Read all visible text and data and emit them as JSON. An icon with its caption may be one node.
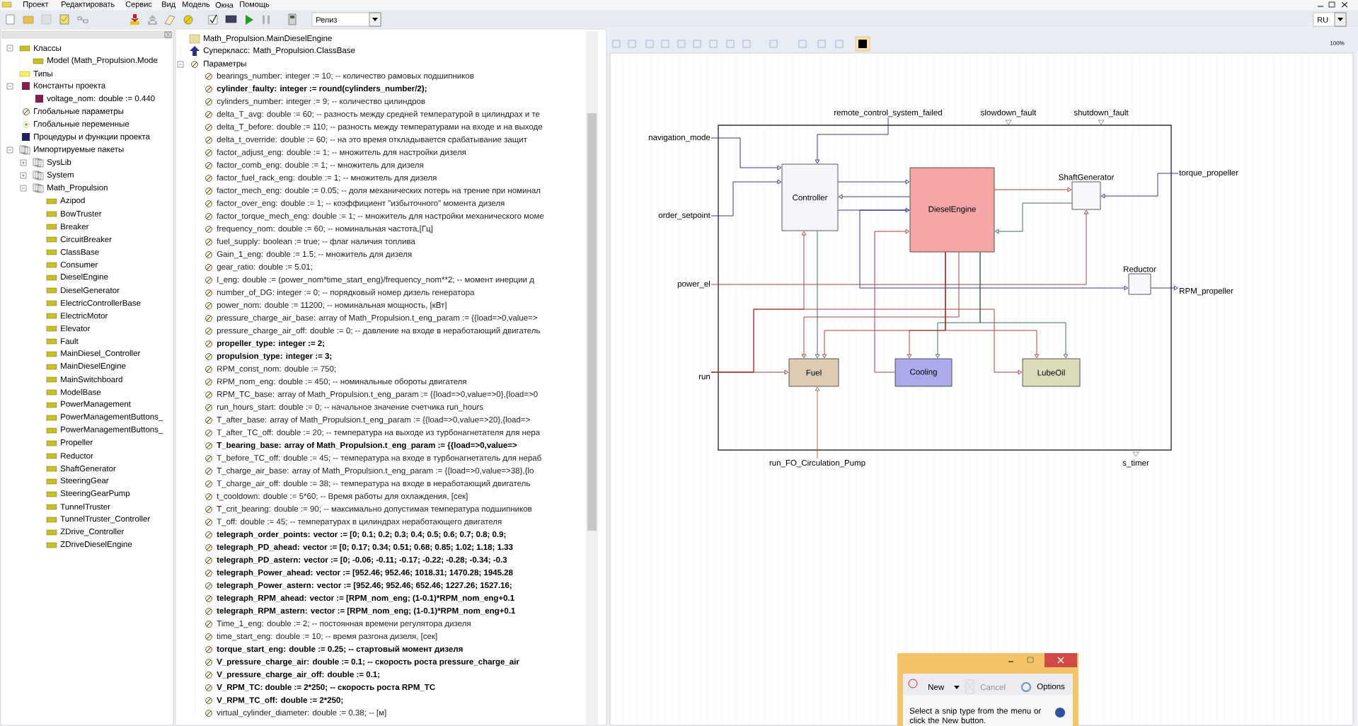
{
  "diagram": {
    "nodes": [
      {
        "text": [
          "remote_control_system_failed"
        ]
      },
      {
        "text": [
          "navigation_mode"
        ]
      },
      {
        "text": [],
        "shape": "box"
      },
      {
        "text": [
          "Controller"
        ],
        "in": 2
      },
      {
        "text": [
          "DieselEngine"
        ],
        "in": 2
      },
      {
        "text": [
          "ShaftGenerator"
        ],
        "in": 2
      },
      {
        "text": [
          "torque_propeller"
        ]
      },
      {
        "text": [
          "order_setpoint"
        ]
      },
      {
        "text": [
          "Reductor"
        ],
        "in": 2
      },
      {
        "text": [
          "power_el"
        ]
      },
      {
        "text": [
          "RPM_propeller"
        ]
      },
      {
        "text": [
          "Fuel"
        ],
        "in": 2
      },
      {
        "text": [
          "Cooling"
        ],
        "in": 2
      },
      {
        "text": [
          "LubeOil"
        ],
        "in": 2
      },
      {
        "text": [
          "run"
        ]
      },
      {
        "text": [
          "run_FO_Circulation_Pump"
        ]
      }
    ],
    "edges": [
      {
        "from": 1,
        "to": 3,
        "arrow": "to",
        "color": "#23237a"
      },
      {
        "from": 7,
        "to": 3,
        "arrow": "to",
        "color": "#23237a"
      },
      {
        "from": 0,
        "to": 3,
        "arrow": "to",
        "color": "#23237a"
      },
      {
        "from": 3,
        "to": 4,
        "arrow": "to",
        "color": "#23237a"
      },
      {
        "from": 4,
        "to": 3,
        "arrow": "to",
        "color": "#23237a"
      },
      {
        "from": 3,
        "to": 4,
        "arrow": "to",
        "color": "#23237a"
      },
      {
        "from": 4,
        "to": 5,
        "arrow": "to"
      },
      {
        "from": 5,
        "to": 4,
        "arrow": "to",
        "color": "#2e5e46"
      },
      {
        "from": 6,
        "to": 5,
        "arrow": "to",
        "color": "#23237a"
      },
      {
        "from": 9,
        "to": 5,
        "arrow": "to"
      },
      {
        "from": 4,
        "to": 8,
        "arrow": "to",
        "color": "#23237a"
      },
      {
        "from": 8,
        "to": 10,
        "arrow": "to",
        "color": "#23237a"
      },
      {
        "from": 14,
        "to": 11,
        "arrow": "to"
      },
      {
        "from": 14,
        "to": 13,
        "arrow": "to"
      },
      {
        "from": 15,
        "to": 11,
        "arrow": "to",
        "color": "#8b6b45"
      },
      {
        "from": 14,
        "to": 3,
        "arrow": "to"
      },
      {
        "from": 3,
        "to": 11,
        "arrow": "to",
        "color": "#2e5e46"
      },
      {
        "from": 4,
        "to": 12,
        "arrow": "to"
      },
      {
        "from": 4,
        "to": 13,
        "arrow": "to"
      },
      {
        "from": 4,
        "to": 11,
        "arrow": "to"
      },
      {
        "from": 4,
        "to": 11,
        "arrow": "to"
      },
      {
        "from": 4,
        "to": 12,
        "arrow": "to",
        "color": "#2e5e46"
      },
      {
        "from": 4,
        "to": 13,
        "arrow": "to",
        "color": "#2e5e46"
      },
      {
        "from": 12,
        "to": 4,
        "arrow": "to"
      }
    ],
    "labels": [
      "Проект",
      "Редактировать",
      "Сервис",
      "Вид",
      "Модель",
      "Окна",
      "Помощь",
      "Релиз",
      "RU",
      "Классы",
      "Model (Math_Propulsion.Mode",
      "Типы",
      "Константы проекта",
      "voltage_nom: double := 0.440",
      "Глобальные параметры",
      "Глобальные переменные",
      "Процедуры и функции проекта",
      "Импортируемые пакеты",
      "SysLib",
      "System",
      "Math_Propulsion",
      "Azipod",
      "BowTruster",
      "Breaker",
      "CircuitBreaker",
      "ClassBase",
      "Consumer",
      "DieselEngine",
      "DieselGenerator",
      "ElectricControllerBase",
      "ElectricMotor",
      "Elevator",
      "Fault",
      "MainDiesel_Controller",
      "MainDieselEngine",
      "MainSwitchboard",
      "ModelBase",
      "PowerManagement",
      "PowerManagementButtons_",
      "PowerManagementButtons_",
      "Propeller",
      "Reductor",
      "ShaftGenerator",
      "SteeringGear",
      "SteeringGearPump",
      "TunnelTruster",
      "TunnelTruster_Controller",
      "ZDrive_Controller",
      "ZDriveDieselEngine",
      "Math_Propulsion.MainDieselEngine",
      "Суперкласс: Math_Propulsion.ClassBase",
      "Параметры",
      "bearings_number: integer := 10; -- количество рамовых подшипников",
      "cylinder_faulty: integer := round(cylinders_number/2);",
      "cylinders_number: integer := 9; -- количество цилиндров",
      "delta_T_avg: double := 60; -- разность между средней температурой в цилиндрах и те",
      "delta_T_before: double := 110; -- разность между температурами на входе и на выходе",
      "delta_t_override: double := 60; -- на это время откладывается срабатывание защит",
      "factor_adjust_eng: double := 1; -- множитель для настройки дизеля",
      "factor_comb_eng: double := 1; -- множитель для дизеля",
      "factor_fuel_rack_eng: double := 1; -- множитель для дизеля",
      "factor_mech_eng: double := 0.05; -- доля механических потерь на трение при номинал",
      "factor_over_eng: double := 1; -- коэффициент \"избыточного\" момента дизеля",
      "factor_torque_mech_eng: double := 1; -- множитель для настройки механического моме",
      "frequency_nom: double := 60; -- номинальная частота,[Гц]",
      "fuel_supply: boolean := true; -- флаг наличия топлива",
      "Gain_1_eng: double := 1.5; -- множитель для дизеля",
      "gear_ratio: double := 5.01;",
      "I_eng: double := (power_nom*time_start_eng)/frequency_nom**2; -- момент инерции д",
      "number_of_DG: integer := 0; -- порядковый номер дизель генератора",
      "power_nom: double := 11200; -- номинальная мощность, [кВт]",
      "pressure_charge_air_base: array of Math_Propulsion.t_eng_param := {{load=>0,value=>",
      "pressure_charge_air_off: double := 0; -- давление на входе в неработающий двигатель",
      "propeller_type: integer := 2;",
      "propulsion_type: integer := 3;",
      "RPM_const_nom: double := 750;",
      "RPM_nom_eng: double := 450; -- номинальные обороты двигателя",
      "RPM_TC_base: array of Math_Propulsion.t_eng_param := {{load=>0,value=>0},{load=>0",
      "run_hours_start: double := 0; -- начальное значение счетчика run_hours",
      "T_after_base: array of Math_Propulsion.t_eng_param := {{load=>0,value=>20},{load=>",
      "T_after_TC_off: double := 20; -- температура на выходе из турбонагнетателя для нера",
      "T_bearing_base: array of Math_Propulsion.t_eng_param := {{load=>0,value=>",
      "T_before_TC_off: double := 45; -- температура на входе в турбонагнетатель для нераб",
      "T_charge_air_base: array of Math_Propulsion.t_eng_param := {{load=>0,value=>38},{lo",
      "T_charge_air_off: double := 38; -- температура на входе в неработающий двигатель",
      "t_cooldown: double := 5*60; -- Время работы для охлаждения, [сек]",
      "T_crit_bearing: double := 90; -- максимально допустимая температура подшипников",
      "T_off: double := 45; -- температурах в цилиндрах неработающего двигателя",
      "telegraph_order_points: vector := [0; 0.1; 0.2; 0.3; 0.4; 0.5; 0.6; 0.7; 0.8; 0.9;",
      "telegraph_PD_ahead: vector := [0; 0.17; 0.34; 0.51; 0.68; 0.85; 1.02; 1.18; 1.33",
      "telegraph_PD_astern: vector := [0; -0.06; -0.11; -0.17; -0.22; -0.28; -0.34; -0.3",
      "telegraph_Power_ahead: vector := [952.46; 952.46; 1018.31; 1470.28; 1945.28",
      "telegraph_Power_astern: vector := [952.46; 952.46; 652.46; 1227.26; 1527.16;",
      "telegraph_RPM_ahead: vector := [RPM_nom_eng; (1-0.1)*RPM_nom_eng+0.1",
      "telegraph_RPM_astern: vector := [RPM_nom_eng; (1-0.1)*RPM_nom_eng+0.1",
      "Time_1_eng: double := 2; -- постоянная времени регулятора дизеля",
      "time_start_eng: double := 10; -- время разгона дизеля, [сек]",
      "torque_start_eng: double := 0.25; -- стартовый момент дизеля",
      "V_pressure_charge_air: double := 0.1; -- скорость роста pressure_charge_air",
      "V_pressure_charge_air_off: double := 0.1;",
      "V_RPM_TC: double := 2*250; -- скорость роста RPM_TC",
      "V_RPM_TC_off: double := 2*250;",
      "virtual_cylinder_diameter: double := 0.38; -- [м]",
      "slowdown_fault",
      "shutdown_fault",
      "s_timer",
      "100%",
      "New",
      "Cancel",
      "Options",
      "Select a snip type from the menu or click the New button."
    ]
  }
}
